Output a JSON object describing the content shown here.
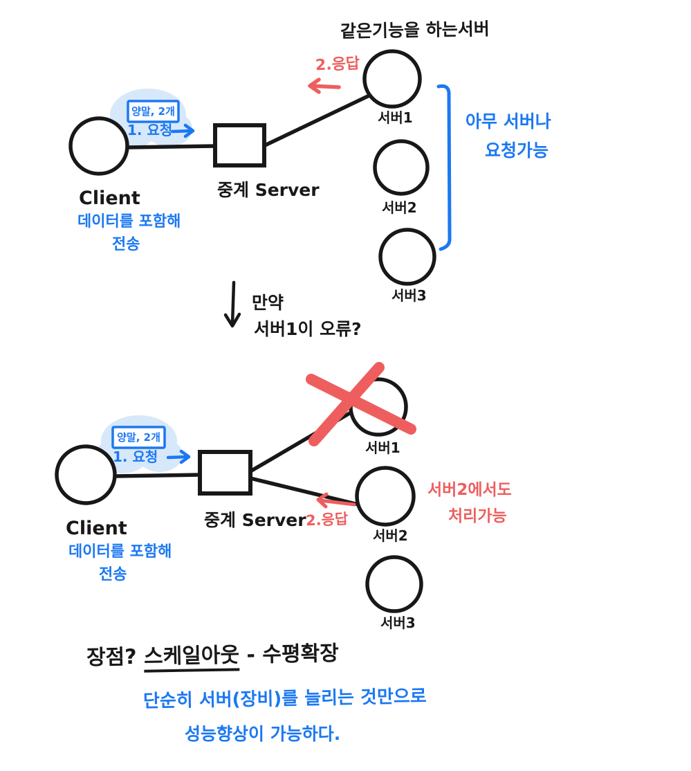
{
  "colors": {
    "ink": "#181818",
    "blue": "#1b78f2",
    "light_blue_highlight": "#d7e8fa",
    "red": "#ee5e5e"
  },
  "top_diagram": {
    "title": "같은기능을 하는서버",
    "response_label": "2.응답",
    "request_tag": "양말, 2개",
    "request_label": "1. 요청",
    "client_label": "Client",
    "client_note_line1": "데이터를 포함해",
    "client_note_line2": "전송",
    "relay_label": "중계 Server",
    "server1_label": "서버1",
    "server2_label": "서버2",
    "server3_label": "서버3",
    "bracket_note_line1": "아무 서버나",
    "bracket_note_line2": "요청가능"
  },
  "transition": {
    "line1": "만약",
    "line2": "서버1이 오류?"
  },
  "bottom_diagram": {
    "request_tag": "양말, 2개",
    "request_label": "1. 요청",
    "response_label": "2.응답",
    "client_label": "Client",
    "client_note_line1": "데이터를 포함해",
    "client_note_line2": "전송",
    "relay_label": "중계 Server",
    "server1_label": "서버1",
    "server2_label": "서버2",
    "server3_label": "서버3",
    "server2_note_line1": "서버2에서도",
    "server2_note_line2": "처리가능"
  },
  "footer": {
    "advantage_prefix": "장점? ",
    "advantage_underlined": "스케일아웃",
    "advantage_suffix": " - 수평확장",
    "benefit_line1": "단순히 서버(장비)를 늘리는 것만으로",
    "benefit_line2": "성능향상이 가능하다."
  }
}
